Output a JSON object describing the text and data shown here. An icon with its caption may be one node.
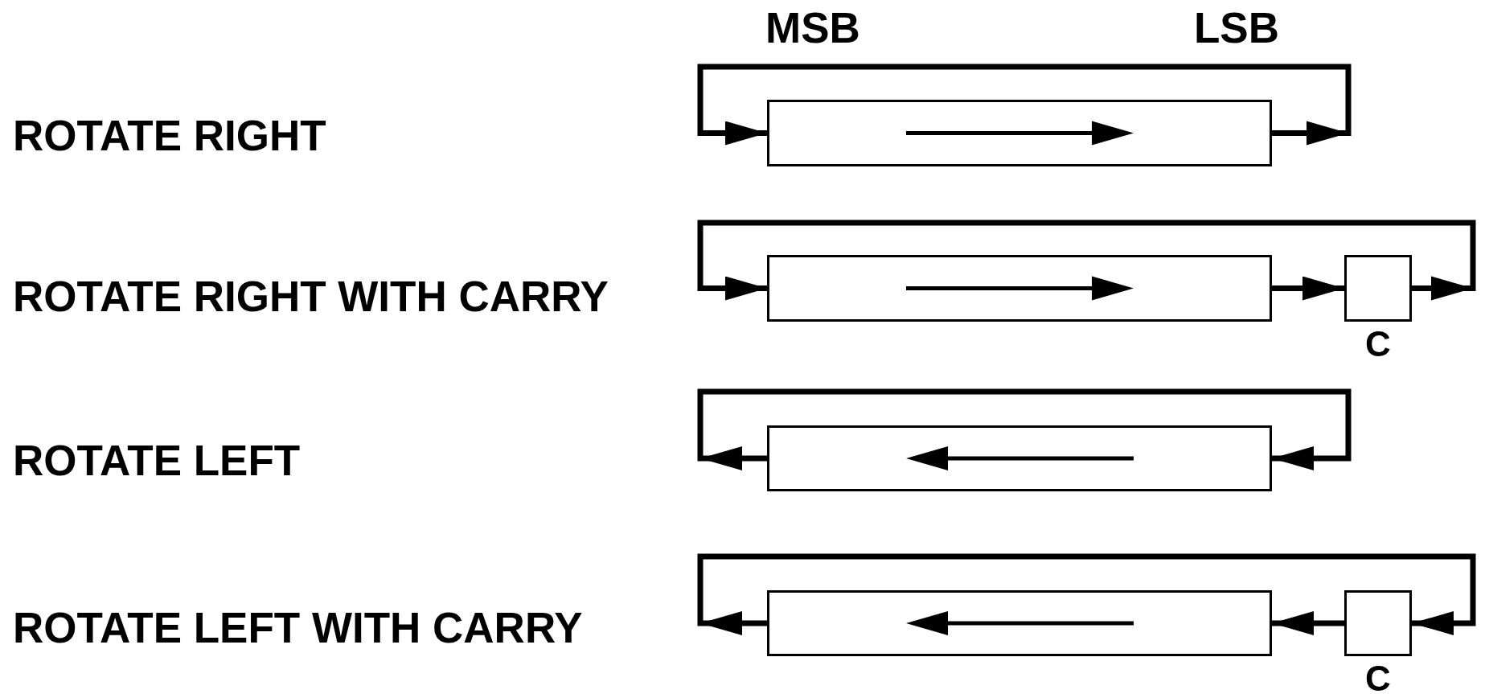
{
  "diagram": {
    "nodes": [
      {
        "text": [],
        "shape": "box"
      },
      {
        "text": [],
        "shape": "box"
      },
      {
        "text": [],
        "shape": "box",
        "beside": [
          "C"
        ]
      },
      {
        "text": [],
        "shape": "box"
      },
      {
        "text": [],
        "shape": "box"
      },
      {
        "text": [],
        "shape": "box",
        "beside": [
          "C"
        ]
      }
    ],
    "edges": [
      {
        "from": 0,
        "to": 0,
        "arrow": "to"
      },
      {
        "from": 1,
        "to": 2,
        "arrow": "to"
      },
      {
        "from": 2,
        "to": 1,
        "arrow": "to"
      },
      {
        "from": 3,
        "to": 3,
        "arrow": "to"
      },
      {
        "from": 4,
        "to": 5,
        "arrow": "to"
      },
      {
        "from": 5,
        "to": 4,
        "arrow": "to"
      }
    ],
    "labels": [
      "MSB",
      "LSB",
      "ROTATE RIGHT",
      "ROTATE RIGHT WITH CARRY",
      "ROTATE LEFT",
      "ROTATE LEFT WITH CARRY"
    ]
  }
}
